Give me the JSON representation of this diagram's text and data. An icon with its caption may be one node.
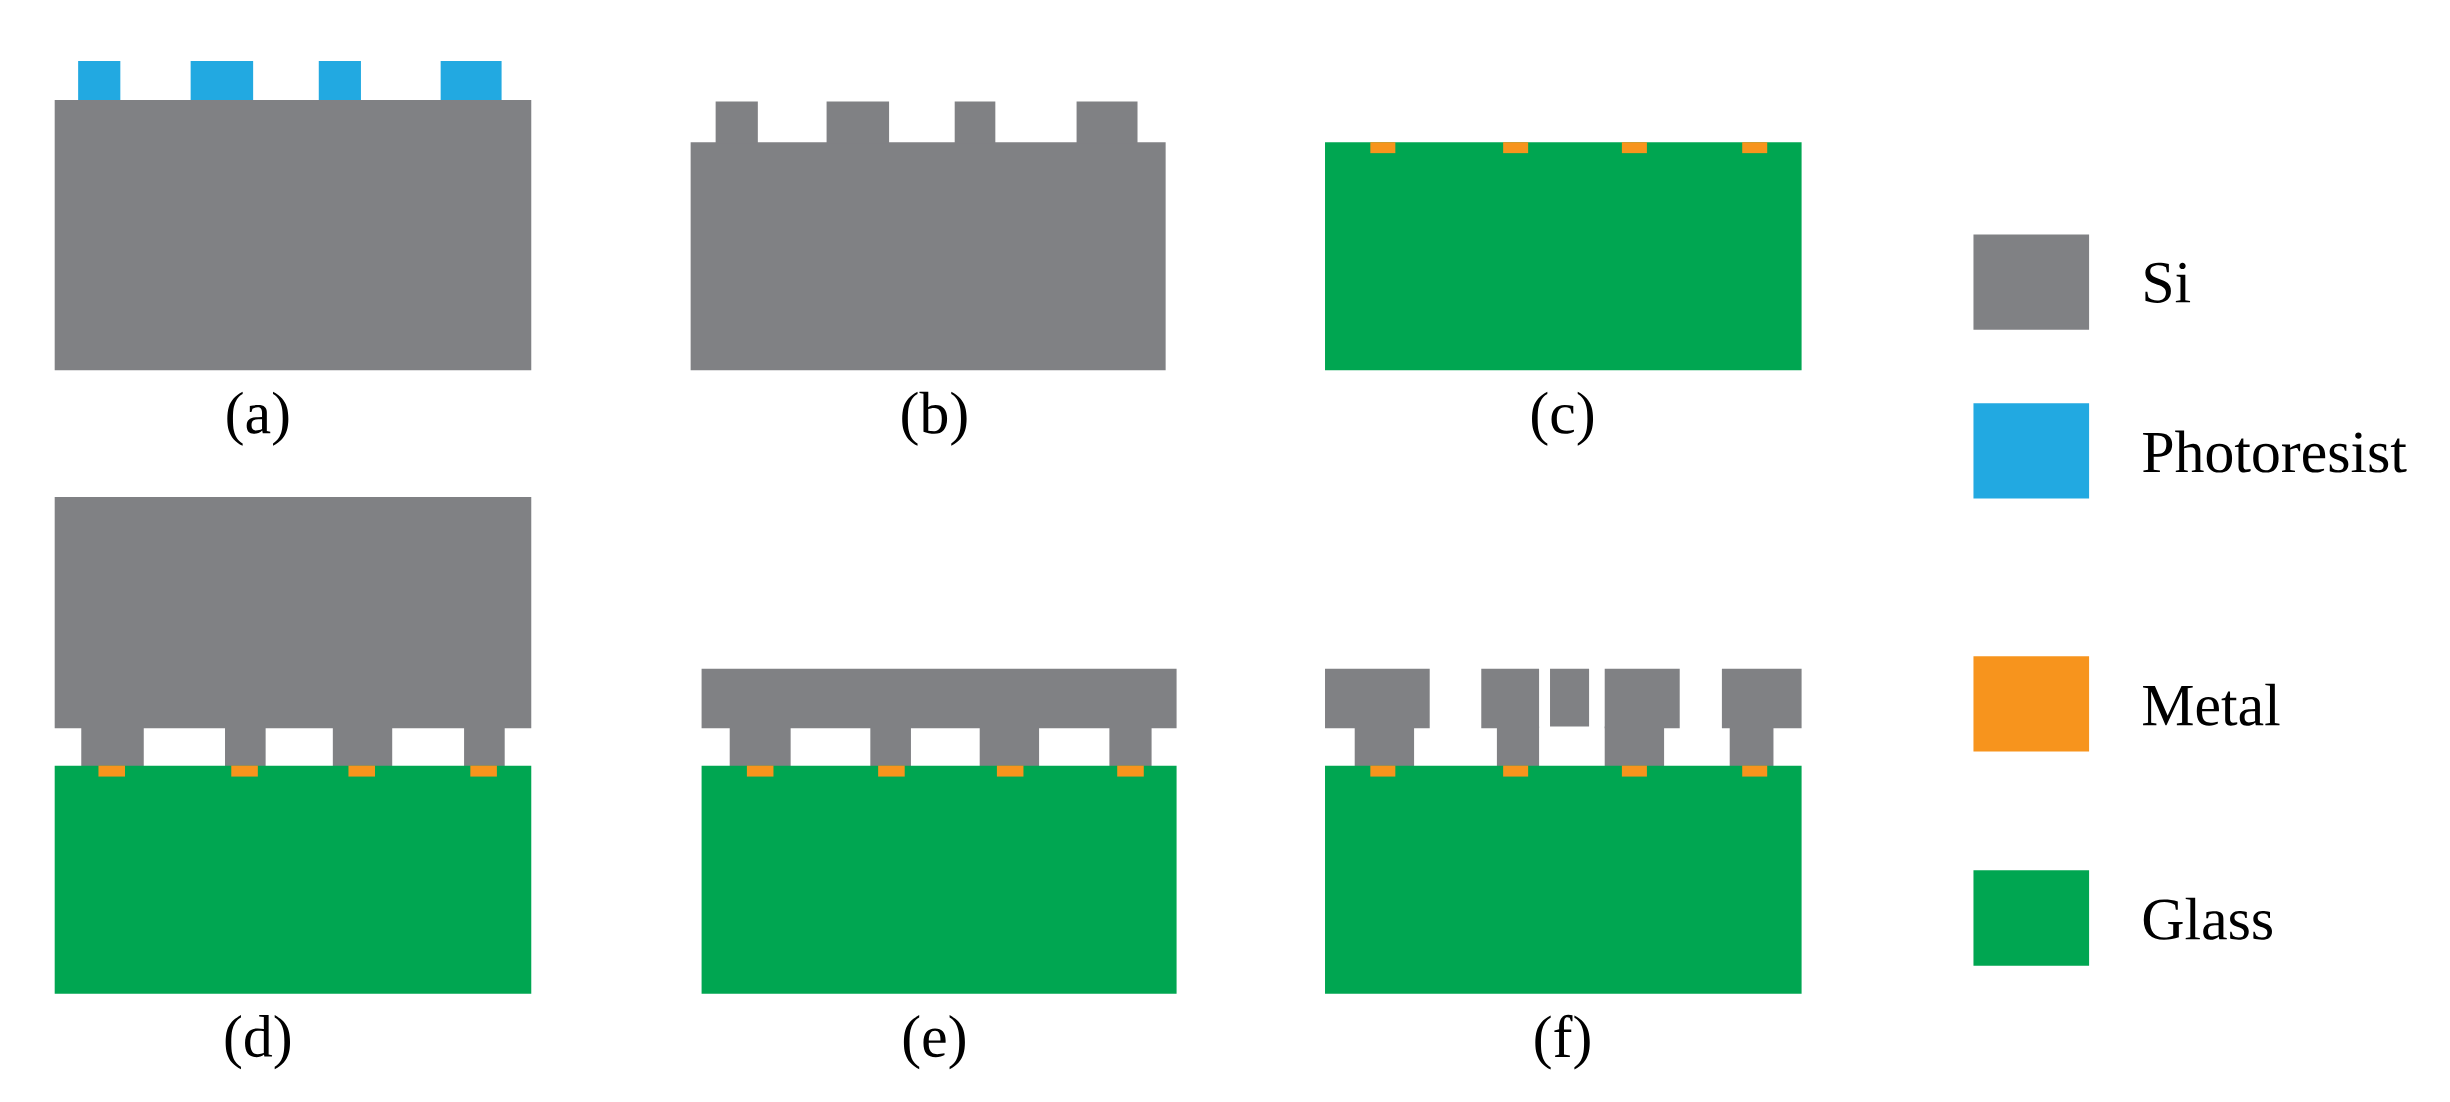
{
  "diagram": {
    "labels": [
      "(a)",
      "(b)",
      "(c)",
      "(d)",
      "(e)",
      "(f)"
    ],
    "legend": [
      {
        "text": "Si",
        "color": "#808184"
      },
      {
        "text": "Photoresist",
        "color": "#22a9e1"
      },
      {
        "text": "Metal",
        "color": "#f7941d"
      },
      {
        "text": "Glass",
        "color": "#00a651"
      }
    ]
  }
}
